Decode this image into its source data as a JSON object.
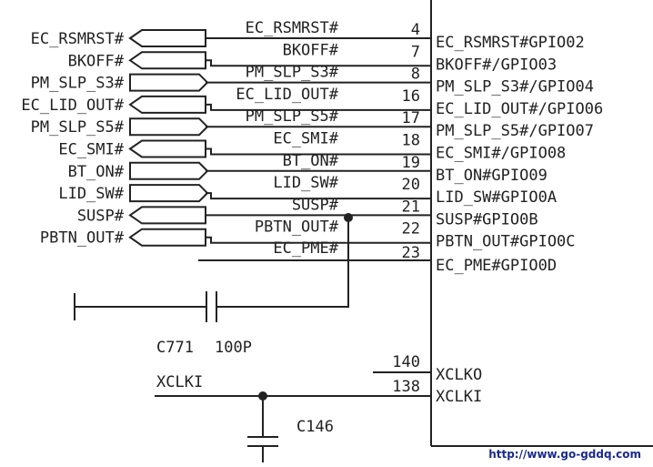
{
  "ports": [
    {
      "label": "EC_RSMRST#",
      "wire": "EC_RSMRST#",
      "pin": "4",
      "func": "EC_RSMRST#GPIO02",
      "dir": "out"
    },
    {
      "label": "BKOFF#",
      "wire": "BKOFF#",
      "pin": "7",
      "func": "BKOFF#/GPIO03",
      "dir": "out"
    },
    {
      "label": "PM_SLP_S3#",
      "wire": "PM_SLP_S3#",
      "pin": "8",
      "func": "PM_SLP_S3#/GPIO04",
      "dir": "in"
    },
    {
      "label": "EC_LID_OUT#",
      "wire": "EC_LID_OUT#",
      "pin": "16",
      "func": "EC_LID_OUT#/GPIO06",
      "dir": "out"
    },
    {
      "label": "PM_SLP_S5#",
      "wire": "PM_SLP_S5#",
      "pin": "17",
      "func": "PM_SLP_S5#/GPIO07",
      "dir": "in"
    },
    {
      "label": "EC_SMI#",
      "wire": "EC_SMI#",
      "pin": "18",
      "func": "EC_SMI#/GPIO08",
      "dir": "out"
    },
    {
      "label": "BT_ON#",
      "wire": "BT_ON#",
      "pin": "19",
      "func": "BT_ON#GPIO09",
      "dir": "in"
    },
    {
      "label": "LID_SW#",
      "wire": "LID_SW#",
      "pin": "20",
      "func": "LID_SW#GPIO0A",
      "dir": "in"
    },
    {
      "label": "SUSP#",
      "wire": "SUSP#",
      "pin": "21",
      "func": "SUSP#GPIO0B",
      "dir": "out"
    },
    {
      "label": "PBTN_OUT#",
      "wire": "PBTN_OUT#",
      "pin": "22",
      "func": "PBTN_OUT#GPIO0C",
      "dir": "out"
    }
  ],
  "extra_net": {
    "wire": "EC_PME#",
    "pin": "23",
    "func": "EC_PME#GPIO0D"
  },
  "clock_pins": [
    {
      "pin": "140",
      "func": "XCLKO"
    },
    {
      "pin": "138",
      "func": "XCLKI"
    }
  ],
  "xclk_net_label": "XCLKI",
  "cap_c771": {
    "ref": "C771",
    "value": "100P"
  },
  "cap_c146": {
    "ref": "C146"
  },
  "watermark": "http://www.go-gddq.com"
}
